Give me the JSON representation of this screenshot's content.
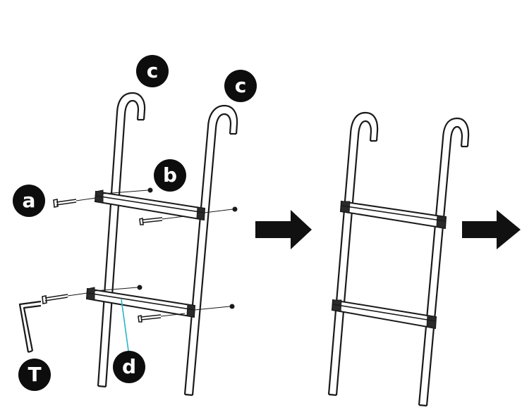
{
  "callouts": {
    "a": "a",
    "b": "b",
    "c_left": "c",
    "c_right": "c",
    "d": "d",
    "t": "T"
  },
  "colors": {
    "ink": "#111111",
    "leader_d": "#29b6c9",
    "background": "#ffffff"
  },
  "icons": {
    "step_arrow_1": "right-arrow-icon",
    "step_arrow_2": "right-arrow-icon",
    "tool": "hex-key-icon"
  }
}
